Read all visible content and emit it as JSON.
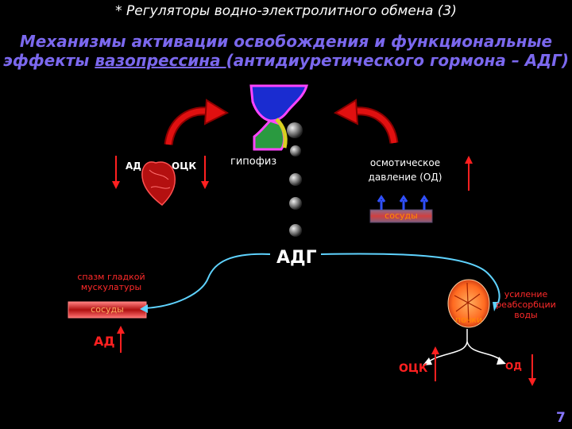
{
  "header": {
    "text": "* Регуляторы водно-электролитного обмена (3)"
  },
  "title": {
    "line1": "Механизмы активации освобождения и функциональные",
    "line2_pre": "эффекты ",
    "line2_link": "вазопрессина ",
    "line2_post": "(антидиуретического гормона – АДГ)"
  },
  "labels": {
    "ad_top": "АД",
    "ock_top": "ОЦК",
    "pituitary": "гипофиз",
    "osmotic_l1": "осмотическое",
    "osmotic_l2": "давление (ОД)",
    "vessels_top": "сосуды",
    "adh": "АДГ",
    "spasm_l1": "спазм гладкой",
    "spasm_l2": "мускулатуры",
    "vessels_left": "сосуды",
    "kidney": "почки",
    "reab_l1": "усиление",
    "reab_l2": "реабсорбции",
    "reab_l3": "воды",
    "ad_bottom": "АД",
    "ock_bottom": "ОЦК",
    "od_bottom": "ОД"
  },
  "page_number": "7",
  "colors": {
    "title": "#7b68ee",
    "accent_red": "#ff2020",
    "adh_curve": "#5fd3ff"
  }
}
